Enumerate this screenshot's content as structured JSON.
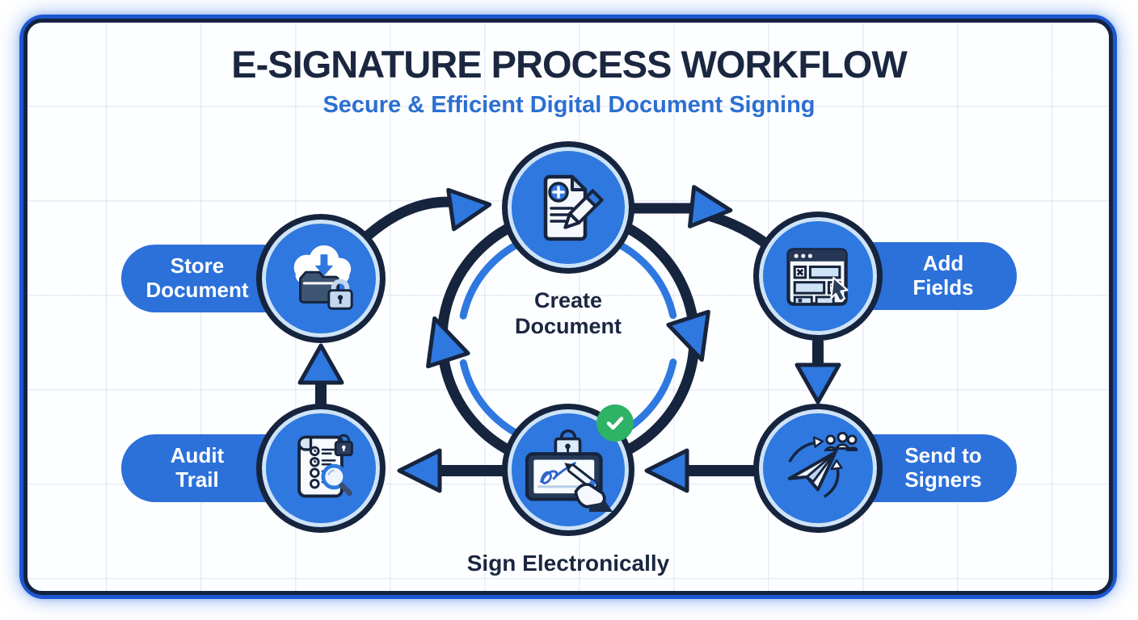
{
  "header": {
    "title": "E-SIGNATURE PROCESS WORKFLOW",
    "subtitle": "Secure & Efficient Digital Document Signing"
  },
  "steps": {
    "create_document": {
      "line1": "Create",
      "line2": "Document",
      "icon": "document-plus-pencil-icon"
    },
    "add_fields": {
      "line1": "Add",
      "line2": "Fields",
      "icon": "form-fields-cursor-icon"
    },
    "send_to_signers": {
      "line1": "Send to",
      "line2": "Signers",
      "icon": "paper-plane-recipients-icon"
    },
    "sign_electronically": {
      "label": "Sign Electronically",
      "icon": "tablet-signature-hand-icon",
      "badge_icon": "checkmark-icon"
    },
    "audit_trail": {
      "line1": "Audit",
      "line2": "Trail",
      "icon": "audit-log-magnifier-icon"
    },
    "store_document": {
      "line1": "Store",
      "line2": "Document",
      "icon": "cloud-folder-lock-icon"
    }
  },
  "flow_order": [
    "create_document",
    "add_fields",
    "send_to_signers",
    "sign_electronically",
    "audit_trail",
    "store_document"
  ],
  "colors": {
    "accent_blue": "#2e78df",
    "pill_blue": "#2c70da",
    "navy_outline": "#16243e",
    "title_navy": "#1b2740",
    "subtitle_blue": "#2b6fd2",
    "inner_ring_light": "#cfe3f7",
    "success_green": "#2eb266",
    "frame_blue": "#1c57d2"
  }
}
